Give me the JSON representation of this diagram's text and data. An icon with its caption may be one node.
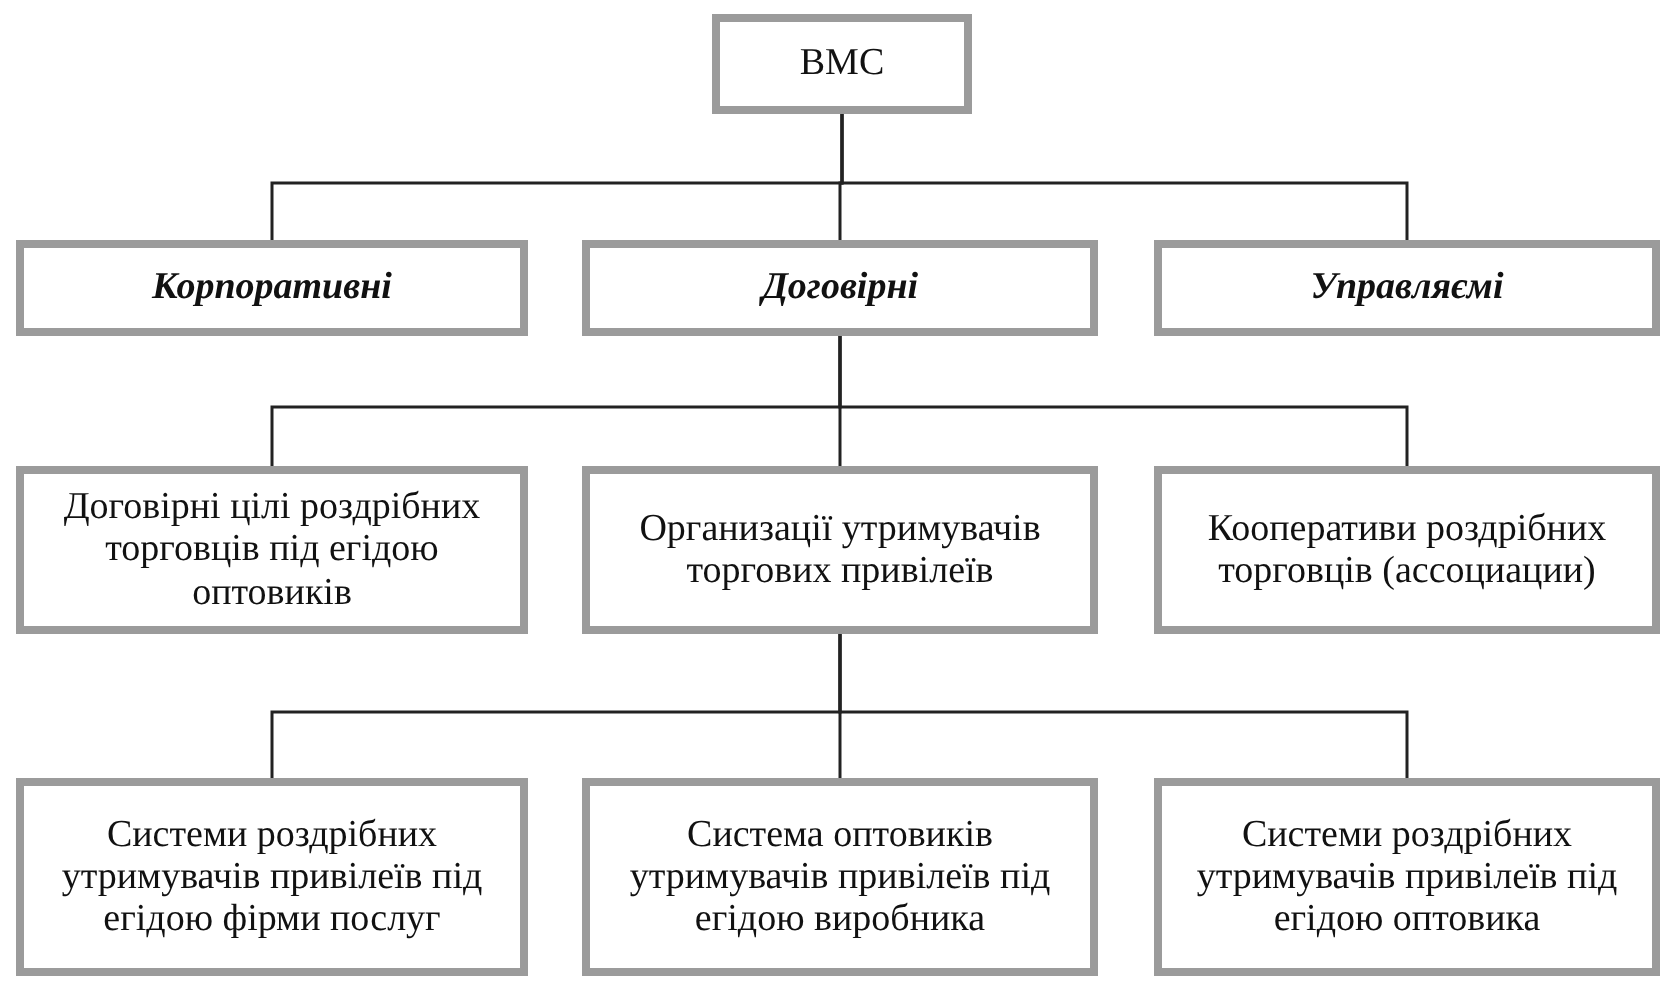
{
  "diagram": {
    "nodes": [
      {
        "text": [
          "ВМС"
        ]
      },
      {
        "text": [
          "Корпоративні"
        ]
      },
      {
        "text": [
          "Договірні"
        ]
      },
      {
        "text": [
          "Управляємі"
        ]
      },
      {
        "text": [
          "Договірні цілі роздрібних торговців під егідою оптовиків"
        ]
      },
      {
        "text": [
          "Организації утримувачів торгових привілеїв"
        ]
      },
      {
        "text": [
          "Кооперативи роздрібних торговців (ассоциации)"
        ]
      },
      {
        "text": [
          "Системи роздрібних утримувачів привілеїв під егідою фірми послуг"
        ]
      },
      {
        "text": [
          "Система оптовиків утримувачів привілеїв під егідою виробника"
        ]
      },
      {
        "text": [
          "Системи роздрібних утримувачів привілеїв під егідою оптовика"
        ]
      }
    ],
    "edges": [
      {
        "from": 0,
        "to": 1,
        "arrow": "none"
      },
      {
        "from": 0,
        "to": 2,
        "arrow": "none"
      },
      {
        "from": 0,
        "to": 3,
        "arrow": "none"
      },
      {
        "from": 2,
        "to": 4,
        "arrow": "none"
      },
      {
        "from": 2,
        "to": 5,
        "arrow": "none"
      },
      {
        "from": 2,
        "to": 6,
        "arrow": "none"
      },
      {
        "from": 5,
        "to": 7,
        "arrow": "none"
      },
      {
        "from": 5,
        "to": 8,
        "arrow": "none"
      },
      {
        "from": 5,
        "to": 9,
        "arrow": "none"
      }
    ]
  }
}
